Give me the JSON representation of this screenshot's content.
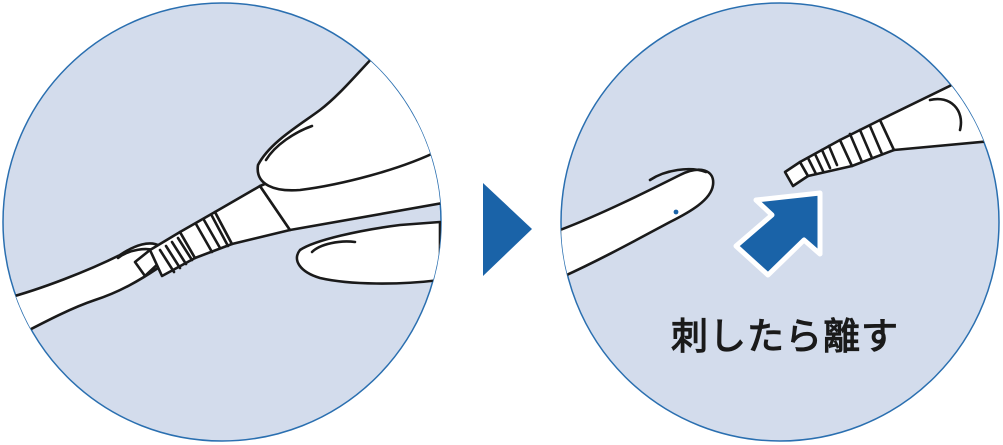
{
  "caption": "刺したら離す",
  "colors": {
    "circle_fill": "#d3dcec",
    "circle_stroke": "#2a6fb0",
    "arrow_blue": "#1a63a8",
    "line": "#1a1a1a",
    "skin": "#ffffff"
  },
  "icons": {
    "step_arrow": "triangle-right",
    "direction_arrow": "thick-arrow-up-right"
  }
}
